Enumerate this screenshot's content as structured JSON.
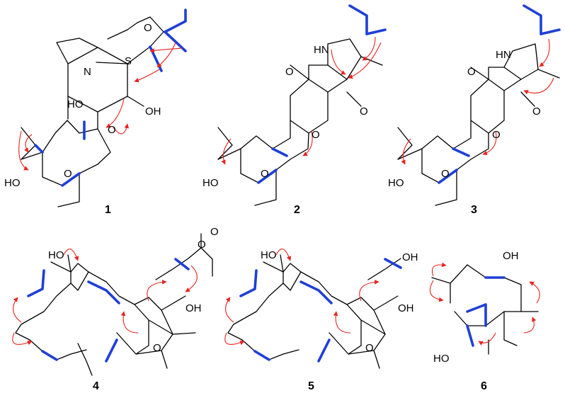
{
  "hmbc_color": "#e8231f",
  "cosy_color": "#1f3fd6",
  "compounds": [
    {
      "label": "1",
      "atoms": {
        "ho_side": "HO",
        "ho_top": "HO",
        "oh_right": "OH",
        "o_ring": "O",
        "o_pyran": "O",
        "o_ketone": "O",
        "s": "S",
        "n": "N"
      }
    },
    {
      "label": "2",
      "atoms": {
        "ho_side": "HO",
        "nh": "HN",
        "o_top": "O",
        "o_right": "O",
        "o_ring": "O",
        "o_pyran": "O"
      }
    },
    {
      "label": "3",
      "atoms": {
        "ho_side": "HO",
        "nh": "HN",
        "o_top": "O",
        "o_right": "O",
        "o_ring": "O",
        "o_pyran": "O"
      }
    },
    {
      "label": "4",
      "atoms": {
        "ho": "HO",
        "oh": "OH",
        "o_ketone": "O",
        "o_ester": "O",
        "o_carbonyl": "O"
      }
    },
    {
      "label": "5",
      "atoms": {
        "ho": "HO",
        "oh_top": "OH",
        "oh": "OH",
        "o_ketone": "O"
      }
    },
    {
      "label": "6",
      "atoms": {
        "oh": "OH",
        "ho": "HO"
      }
    }
  ]
}
